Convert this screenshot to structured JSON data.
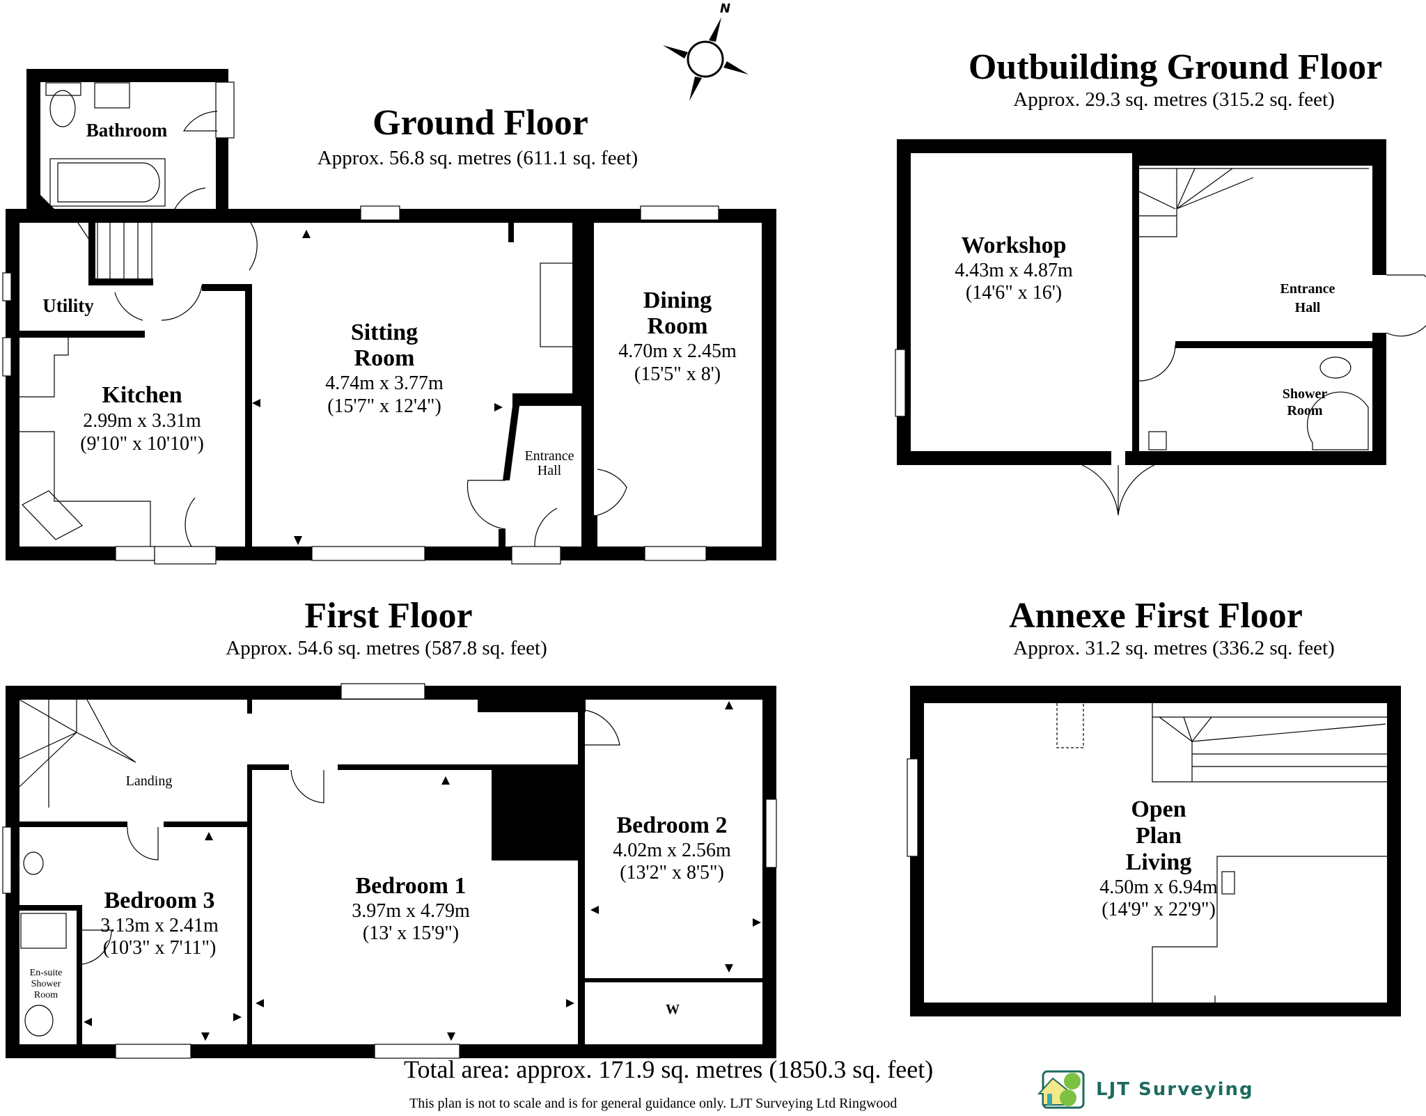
{
  "compass": {
    "north_label": "N"
  },
  "ground_floor": {
    "title": "Ground Floor",
    "area": "Approx. 56.8 sq. metres (611.1 sq. feet)",
    "rooms": {
      "bathroom": {
        "name": "Bathroom"
      },
      "utility": {
        "name": "Utility"
      },
      "kitchen": {
        "name": "Kitchen",
        "metric": "2.99m x 3.31m",
        "imperial": "(9'10\" x 10'10\")"
      },
      "sitting_room": {
        "name_line1": "Sitting",
        "name_line2": "Room",
        "metric": "4.74m x 3.77m",
        "imperial": "(15'7\" x 12'4\")"
      },
      "dining_room": {
        "name_line1": "Dining",
        "name_line2": "Room",
        "metric": "4.70m x 2.45m",
        "imperial": "(15'5\" x 8')"
      },
      "entrance_hall": {
        "name_line1": "Entrance",
        "name_line2": "Hall"
      }
    }
  },
  "outbuilding_ground_floor": {
    "title": "Outbuilding Ground Floor",
    "area": "Approx. 29.3 sq. metres (315.2 sq. feet)",
    "rooms": {
      "workshop": {
        "name": "Workshop",
        "metric": "4.43m x 4.87m",
        "imperial": "(14'6\" x 16')"
      },
      "entrance_hall": {
        "name_line1": "Entrance",
        "name_line2": "Hall"
      },
      "shower_room": {
        "name_line1": "Shower",
        "name_line2": "Room"
      }
    }
  },
  "first_floor": {
    "title": "First Floor",
    "area": "Approx. 54.6 sq. metres (587.8 sq. feet)",
    "rooms": {
      "landing": {
        "name": "Landing"
      },
      "bedroom_1": {
        "name": "Bedroom 1",
        "metric": "3.97m x 4.79m",
        "imperial": "(13' x 15'9\")"
      },
      "bedroom_2": {
        "name": "Bedroom 2",
        "metric": "4.02m x 2.56m",
        "imperial": "(13'2\" x 8'5\")"
      },
      "bedroom_3": {
        "name": "Bedroom 3",
        "metric": "3.13m x 2.41m",
        "imperial": "(10'3\" x 7'11\")"
      },
      "ensuite": {
        "name_line1": "En-suite",
        "name_line2": "Shower",
        "name_line3": "Room"
      },
      "wardrobe": {
        "name": "W"
      }
    }
  },
  "annexe_first_floor": {
    "title": "Annexe First Floor",
    "area": "Approx. 31.2 sq. metres (336.2 sq. feet)",
    "rooms": {
      "open_plan_living": {
        "name_line1": "Open",
        "name_line2": "Plan",
        "name_line3": "Living",
        "metric": "4.50m x 6.94m",
        "imperial": "(14'9\" x 22'9\")"
      }
    }
  },
  "footer": {
    "total_area": "Total area: approx. 171.9 sq. metres (1850.3 sq. feet)",
    "disclaimer": "This plan is not to scale and is for general guidance only. LJT Surveying Ltd Ringwood",
    "logo_text": "LJT Surveying"
  },
  "colors": {
    "walls": "#000000",
    "background": "#ffffff",
    "logo_green": "#1d6b5e",
    "logo_leaf": "#7cc142",
    "logo_house": "#f3e98a"
  }
}
